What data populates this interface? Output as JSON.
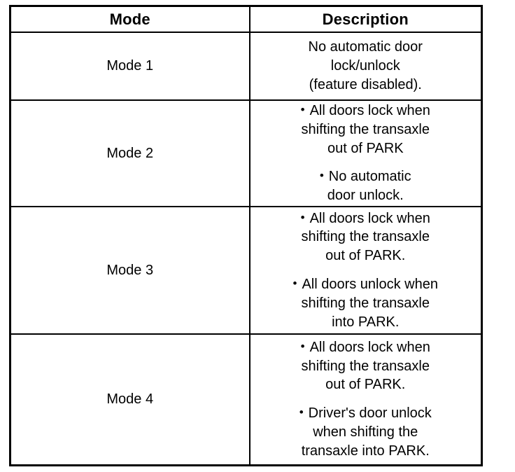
{
  "table": {
    "columns": [
      {
        "key": "mode",
        "label": "Mode"
      },
      {
        "key": "description",
        "label": "Description"
      }
    ],
    "rows": [
      {
        "mode": "Mode 1",
        "description_type": "plain",
        "description_lines": [
          "No automatic door",
          "lock/unlock",
          "(feature disabled)."
        ]
      },
      {
        "mode": "Mode 2",
        "description_type": "bullets",
        "bullets": [
          {
            "lines": [
              "All doors lock when",
              "shifting the transaxle",
              "out of PARK"
            ]
          },
          {
            "narrow": true,
            "lines": [
              "No automatic",
              "door unlock."
            ]
          }
        ]
      },
      {
        "mode": "Mode 3",
        "description_type": "bullets",
        "bullets": [
          {
            "lines": [
              "All doors lock when",
              "shifting the transaxle",
              "out of PARK."
            ]
          },
          {
            "lines": [
              "All doors unlock when",
              "shifting the transaxle",
              "into PARK."
            ]
          }
        ]
      },
      {
        "mode": "Mode 4",
        "description_type": "bullets",
        "bullets": [
          {
            "lines": [
              "All doors lock when",
              "shifting the transaxle",
              "out of PARK."
            ]
          },
          {
            "lines": [
              "Driver's door unlock",
              "when shifting the",
              "transaxle into PARK."
            ]
          }
        ]
      }
    ]
  },
  "colors": {
    "ink": "#000000",
    "paper": "#ffffff"
  }
}
